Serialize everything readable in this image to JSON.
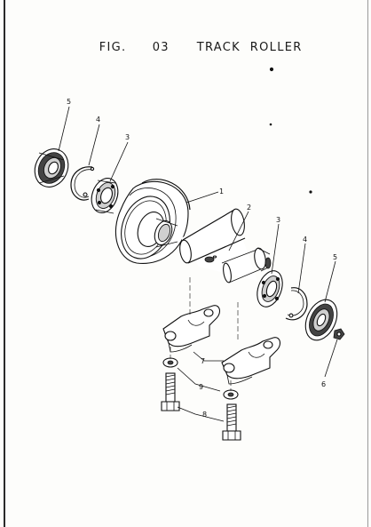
{
  "figure": {
    "fig_label": "FIG.",
    "fig_number": "03",
    "title": "TRACK  ROLLER"
  },
  "callouts": {
    "c1": "1",
    "c2": "2",
    "c3_left": "3",
    "c3_right": "3",
    "c4_left": "4",
    "c4_right": "4",
    "c5_left": "5",
    "c5_right": "5",
    "c6": "6",
    "c7": "7",
    "c8": "8",
    "c9": "9"
  }
}
